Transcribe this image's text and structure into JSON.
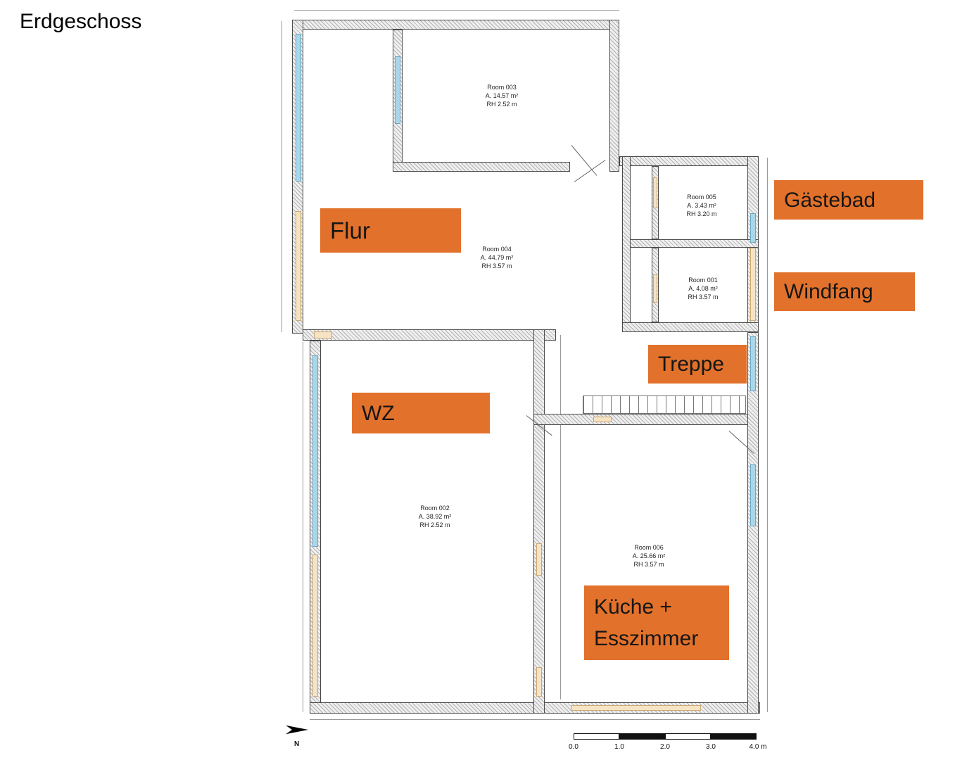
{
  "title": "Erdgeschoss",
  "colors": {
    "label_bg": "#E2712B",
    "window_blue": "#A9D7EA",
    "door_beige": "#F6E3C3",
    "wall_outline": "#4A4A4A"
  },
  "labels": {
    "flur": "Flur",
    "gaestebad": "Gästebad",
    "windfang": "Windfang",
    "treppe": "Treppe",
    "wz": "WZ",
    "kueche": "Küche +\nEsszimmer"
  },
  "rooms": {
    "room003": "Room 003\nA. 14.57 m²\nRH 2.52 m",
    "room004": "Room 004\nA. 44.79 m²\nRH 3.57 m",
    "room005": "Room 005\nA. 3.43 m²\nRH 3.20 m",
    "room001": "Room 001\nA. 4.08 m²\nRH 3.57 m",
    "room002": "Room 002\nA. 38.92 m²\nRH 2.52 m",
    "room006": "Room 006\nA. 25.66 m²\nRH 3.57 m"
  },
  "scalebar": {
    "ticks": [
      "0.0",
      "1.0",
      "2.0",
      "3.0",
      "4.0 m"
    ]
  },
  "north_label": "N"
}
